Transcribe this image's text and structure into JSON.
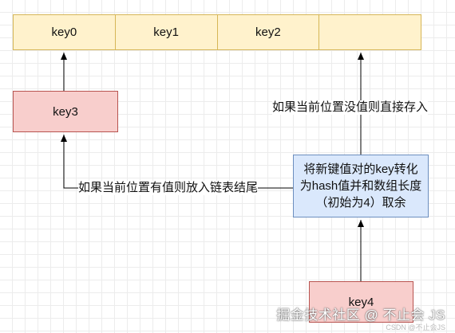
{
  "array": {
    "cells": [
      "key0",
      "key1",
      "key2",
      ""
    ]
  },
  "nodes": {
    "key3": "key3",
    "key4": "key4"
  },
  "process": {
    "text": "将新键值对的key转化为hash值并和数组长度（初始为4）取余"
  },
  "labels": {
    "store_direct": "如果当前位置没值则直接存入",
    "append_list": "如果当前位置有值则放入链表结尾"
  },
  "watermark": {
    "main": "掘金技术社区 @ 不止会 JS",
    "small": "CSDN @不止会JS"
  },
  "colors": {
    "array_fill": "#fff2cc",
    "array_stroke": "#d6b656",
    "node_fill": "#f8cecc",
    "node_stroke": "#b85450",
    "process_fill": "#dae8fc",
    "process_stroke": "#6c8ebf"
  }
}
